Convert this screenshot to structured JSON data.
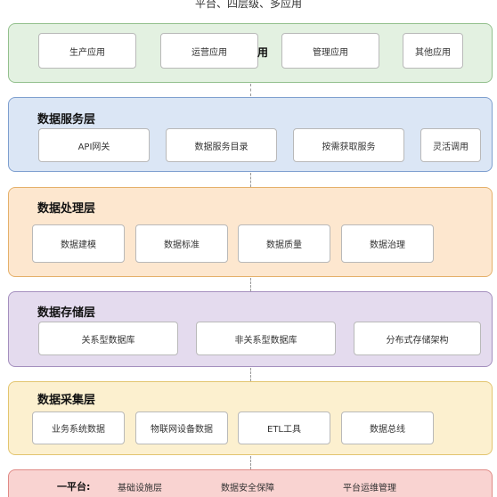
{
  "top_caption": "平台、四层级、多应用",
  "application_layer": {
    "items": [
      "生产应用",
      "运营应用",
      "管理应用",
      "其他应用"
    ],
    "stray_text": "用",
    "bg": "#e3f1e1",
    "border": "#93c08d"
  },
  "service_layer": {
    "title": "数据服务层",
    "items": [
      "API网关",
      "数据服务目录",
      "按需获取服务",
      "灵活调用"
    ],
    "bg": "#dbe6f5",
    "border": "#7e9fcf"
  },
  "processing_layer": {
    "title": "数据处理层",
    "items": [
      "数据建模",
      "数据标准",
      "数据质量",
      "数据治理"
    ],
    "bg": "#fde7cf",
    "border": "#e5b06a"
  },
  "storage_layer": {
    "title": "数据存储层",
    "items": [
      "关系型数据库",
      "非关系型数据库",
      "分布式存储架构"
    ],
    "bg": "#e4dbee",
    "border": "#a48fbe"
  },
  "collection_layer": {
    "title": "数据采集层",
    "items": [
      "业务系统数据",
      "物联网设备数据",
      "ETL工具",
      "数据总线"
    ],
    "bg": "#fcf0cf",
    "border": "#e3c56f"
  },
  "platform_layer": {
    "label": "一平台:",
    "items": [
      "基础设施层",
      "数据安全保障",
      "平台运维管理"
    ],
    "bg": "#f9d3d1",
    "border": "#e08a86"
  }
}
